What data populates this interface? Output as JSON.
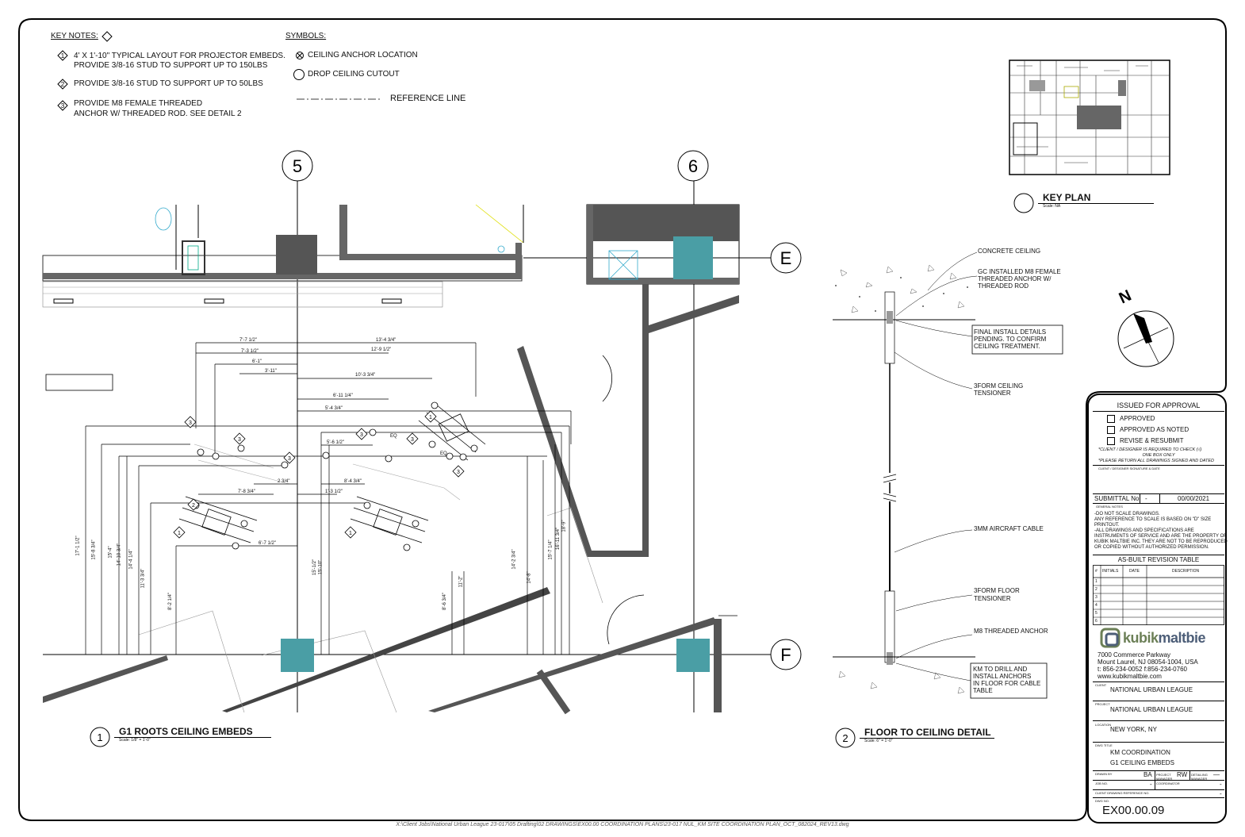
{
  "key_notes": {
    "heading": "KEY NOTES:",
    "notes": [
      {
        "num": "1",
        "lines": [
          "4' X 1'-10\" TYPICAL LAYOUT FOR PROJECTOR EMBEDS.",
          "PROVIDE 3/8-16 STUD TO SUPPORT UP TO 150LBS"
        ]
      },
      {
        "num": "2",
        "lines": [
          "PROVIDE 3/8-16 STUD TO SUPPORT UP TO 50LBS"
        ]
      },
      {
        "num": "3",
        "lines": [
          "PROVIDE M8 FEMALE THREADED",
          "ANCHOR W/ THREADED ROD. SEE DETAIL 2"
        ]
      }
    ]
  },
  "symbols": {
    "heading": "SYMBOLS:",
    "items": [
      "CEILING ANCHOR LOCATION",
      "DROP CEILING CUTOUT",
      "REFERENCE LINE"
    ]
  },
  "grid": {
    "col_5": "5",
    "col_6": "6",
    "row_e": "E",
    "row_f": "F"
  },
  "plan": {
    "dimensions": [
      "7'-7 1/2\"",
      "7'-3 1/2\"",
      "6'-1\"",
      "3'-11\"",
      "13'-4 3/4\"",
      "12'-9 1/2\"",
      "10'-3 3/4\"",
      "6'-11 1/4\"",
      "5'-4 3/4\"",
      "5'-6 1/2\"",
      "2 3/4\"",
      "7'-8 3/4\"",
      "1'-3 1/2\"",
      "8'-4 3/4\"",
      "6'-7 1/2\"",
      "EQ",
      "EQ"
    ],
    "vertical_dimensions": [
      "17'-1 1/2\"",
      "15'-8 3/4\"",
      "15'-4\"",
      "14'-10 3/4\"",
      "14'-4 1/4\"",
      "11'-3 3/4\"",
      "8'-2 1/4\"",
      "15'-1/2\"",
      "15'-10\"",
      "8'-6 3/4\"",
      "11'-2\"",
      "14'-2 3/4\"",
      "14'-8\"",
      "15'-7 1/4\"",
      "16'-11 3/4\"",
      "18'-9\""
    ]
  },
  "detail_1": {
    "num": "1",
    "title": "G1 ROOTS CEILING EMBEDS",
    "scale": "Scale:     1/8\" = 1'-0\""
  },
  "detail_2": {
    "num": "2",
    "title": "FLOOR TO CEILING DETAIL",
    "scale": "Scale:     6\" = 1'-0\"",
    "callouts": [
      "CONCRETE CEILING",
      "GC INSTALLED M8 FEMALE",
      "THREADED ANCHOR W/",
      "THREADED ROD",
      "FINAL INSTALL DETAILS",
      "PENDING. TO CONFIRM",
      "CEILING TREATMENT.",
      "3FORM CEILING",
      "TENSIONER",
      "3MM AIRCRAFT CABLE",
      "3FORM FLOOR",
      "TENSIONER",
      "M8 THREADED ANCHOR",
      "KM TO DRILL AND",
      "INSTALL ANCHORS",
      "IN FLOOR FOR CABLE",
      "TABLE"
    ]
  },
  "key_plan": {
    "title": "KEY PLAN",
    "scale": "Scale:     NA"
  },
  "north": {
    "label": "N"
  },
  "title_block": {
    "issued": "ISSUED FOR APPROVAL",
    "checks": [
      "APPROVED",
      "APPROVED AS NOTED",
      "REVISE & RESUBMIT"
    ],
    "check_note_1": "*CLIENT / DESIGNER IS REQUIRED TO CHECK (√)",
    "check_note_2": "ONE BOX ONLY",
    "check_note_3": "*PLEASE RETURN ALL DRAWINGS SIGNED AND DATED",
    "signature_line": "CLIENT / DESIGNER SIGNATURE & DATE",
    "submittal_label": "SUBMITTAL No.",
    "submittal_no": "-",
    "submittal_date": "00/00/2021",
    "general_notes_label": "GENERAL NOTES",
    "general_notes": [
      "-DO NOT SCALE DRAWINGS.",
      "ANY REFERENCE TO SCALE IS BASED ON \"D\" SIZE",
      "PRINTOUT.",
      "-ALL DRAWINGS AND SPECIFICATIONS ARE",
      "INSTRUMENTS OF SERVICE AND ARE THE PROPERTY OF",
      "KUBIK MALTBIE INC. THEY ARE NOT TO BE REPRODUCED",
      "OR COPIED WITHOUT AUTHORIZED PERMISSION."
    ],
    "revision_title": "AS-BUILT REVISION TABLE",
    "revision_headers": [
      "#",
      "INITIALS",
      "DATE",
      "DESCRIPTION"
    ],
    "revision_rows": [
      "1",
      "2",
      "3",
      "4",
      "5",
      "6"
    ],
    "logo_a": "kubik",
    "logo_b": "maltbie",
    "address": [
      "7000 Commerce Parkway",
      "Mount Laurel, NJ 08054-1004, USA",
      "t: 856-234-0052     f:856-234-0760",
      "www.kubikmaltbie.com"
    ],
    "client_label": "CLIENT",
    "client": "NATIONAL URBAN LEAGUE",
    "project_label": "PROJECT",
    "project": "NATIONAL URBAN LEAGUE",
    "location_label": "LOCATION",
    "location": "NEW YORK, NY",
    "dwg_title_label": "DWG TITLE",
    "dwg_title_1": "KM COORDINATION",
    "dwg_title_2": "G1 CEILING EMBEDS",
    "drawn_by_label": "DRAWN BY",
    "drawn_by": "BA",
    "pm_label": "PROJECT MANAGER",
    "pm": "RW",
    "dm_label": "DETAILING MANAGER",
    "dm": "—",
    "job_label": "JOB NO.",
    "job": "-",
    "coord_label": "COORDINATOR",
    "coord": "-",
    "client_ref_label": "CLIENT DRAWING REFERENCE NO.",
    "client_ref": "-",
    "dwg_no_label": "DWG NO.",
    "dwg_no": "EX00.00.09"
  },
  "file_path": "X:\\Client Jobs\\National Urban League 23-017\\05 Drafting\\02 DRAWINGS\\EX00.00 COORDINATION PLANS\\23-017 NUL_KM SITE COORDINATION PLAN_OCT_082024_REV13.dwg",
  "colors": {
    "teal": "#4a9ea5",
    "dark_gray": "#555555",
    "wall_gray": "#666666"
  }
}
